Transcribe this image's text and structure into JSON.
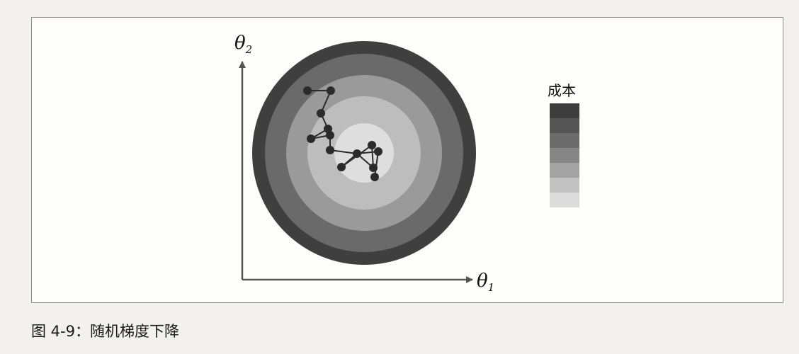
{
  "figure": {
    "axis_x_symbol": "θ",
    "axis_x_subscript": "1",
    "axis_y_symbol": "θ",
    "axis_y_subscript": "2",
    "legend_title": "成本",
    "cost_levels": [
      "#3d3d3d",
      "#555555",
      "#6c6c6c",
      "#858585",
      "#a3a3a3",
      "#c2c2c2",
      "#dcdcdc"
    ],
    "contour_colors": [
      "#3f3f3f",
      "#6a6a6a",
      "#9a9a9a",
      "#bdbdbd",
      "#dedede"
    ],
    "path_color": "#2b2b2b"
  },
  "caption": "图 4-9：随机梯度下降"
}
